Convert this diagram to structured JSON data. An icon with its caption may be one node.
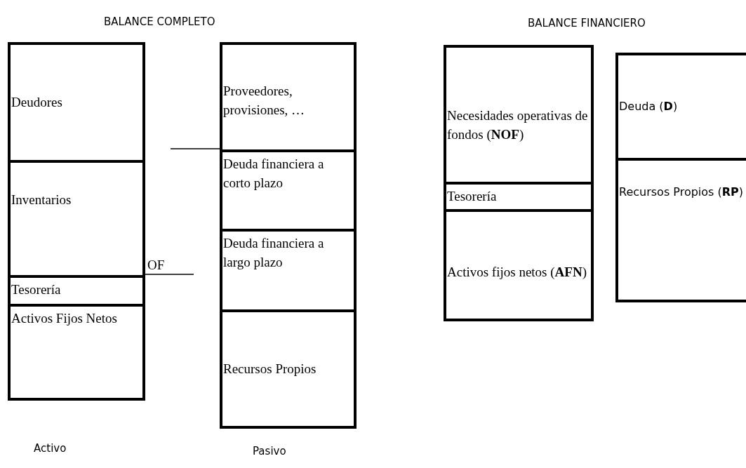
{
  "diagram": {
    "nodes": [
      {
        "text": [
          "Deudores"
        ]
      },
      {
        "text": [
          "Inventarios"
        ]
      },
      {
        "text": [
          "Tesorería"
        ]
      },
      {
        "text": [
          "Activos Fijos Netos"
        ]
      },
      {
        "text": [
          "Proveedores, provisiones, …"
        ]
      },
      {
        "text": [
          "Deuda financiera a corto plazo"
        ]
      },
      {
        "text": [
          "Deuda financiera a largo plazo"
        ]
      },
      {
        "text": [
          "Recursos Propios"
        ]
      },
      {
        "text": [
          "Necesidades operativas de fondos (**NOF**)"
        ]
      },
      {
        "text": [
          "Tesorería"
        ]
      },
      {
        "text": [
          "Activos fijos netos (**AFN**)"
        ]
      },
      {
        "text": [
          "Deuda (**D**)"
        ]
      },
      {
        "text": [
          "Recursos Propios (**RP**)"
        ]
      }
    ],
    "labels": [
      "BALANCE COMPLETO",
      "BALANCE FINANCIERO",
      "OF",
      "Activo",
      "Pasivo"
    ]
  }
}
